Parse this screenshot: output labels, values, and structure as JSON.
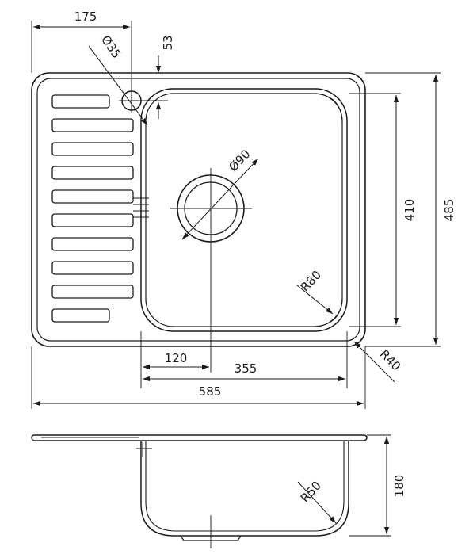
{
  "colors": {
    "line": "#1a1a1a",
    "background": "#ffffff"
  },
  "top_view": {
    "dimensions": {
      "faucet_offset": "175",
      "faucet_hole_diameter": "Ø35",
      "faucet_top_offset": "53",
      "drain_diameter": "Ø90",
      "bowl_length": "410",
      "overall_length": "485",
      "bowl_corner_radius": "R80",
      "outer_corner_radius": "R40",
      "drain_offset": "120",
      "bowl_width": "355",
      "overall_width": "585"
    },
    "drainboard_slots": 10
  },
  "side_view": {
    "dimensions": {
      "bowl_radius": "R50",
      "depth": "180"
    }
  }
}
